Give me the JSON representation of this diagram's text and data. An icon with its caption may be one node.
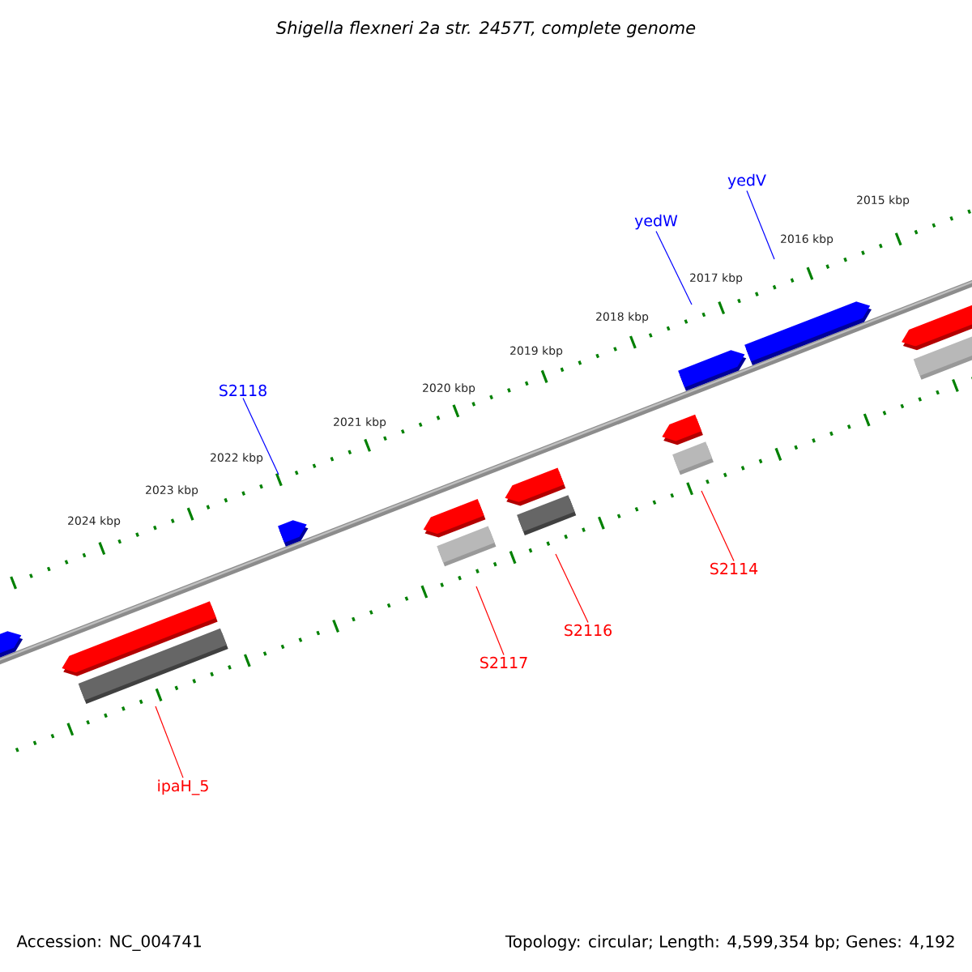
{
  "diagram": {
    "title": "Shigella flexneri 2a str. 2457T, complete genome",
    "nodes": [
      {
        "text": [
          "yedV"
        ]
      },
      {
        "text": [
          "yedW"
        ]
      },
      {
        "text": [
          "S2118"
        ]
      },
      {
        "text": [
          "S2114"
        ]
      },
      {
        "text": [
          "S2116"
        ]
      },
      {
        "text": [
          "S2117"
        ]
      },
      {
        "text": [
          "ipaH_5"
        ]
      }
    ],
    "edges": [
      {
        "from": 0,
        "to": null,
        "arrow": "none",
        "color": "#0000ff"
      },
      {
        "from": 1,
        "to": null,
        "arrow": "none",
        "color": "#0000ff"
      },
      {
        "from": 2,
        "to": null,
        "arrow": "none",
        "color": "#0000ff"
      },
      {
        "from": 3,
        "to": null,
        "arrow": "none"
      },
      {
        "from": 4,
        "to": null,
        "arrow": "none"
      },
      {
        "from": 5,
        "to": null,
        "arrow": "none"
      },
      {
        "from": 6,
        "to": null,
        "arrow": "none"
      }
    ],
    "labels": [
      "2015 kbp",
      "2016 kbp",
      "2017 kbp",
      "2018 kbp",
      "2019 kbp",
      "2020 kbp",
      "2021 kbp",
      "2022 kbp",
      "2023 kbp",
      "2024 kbp",
      "Accession: NC_004741",
      "Topology: circular; Length: 4,599,354 bp; Genes: 4,192"
    ]
  }
}
